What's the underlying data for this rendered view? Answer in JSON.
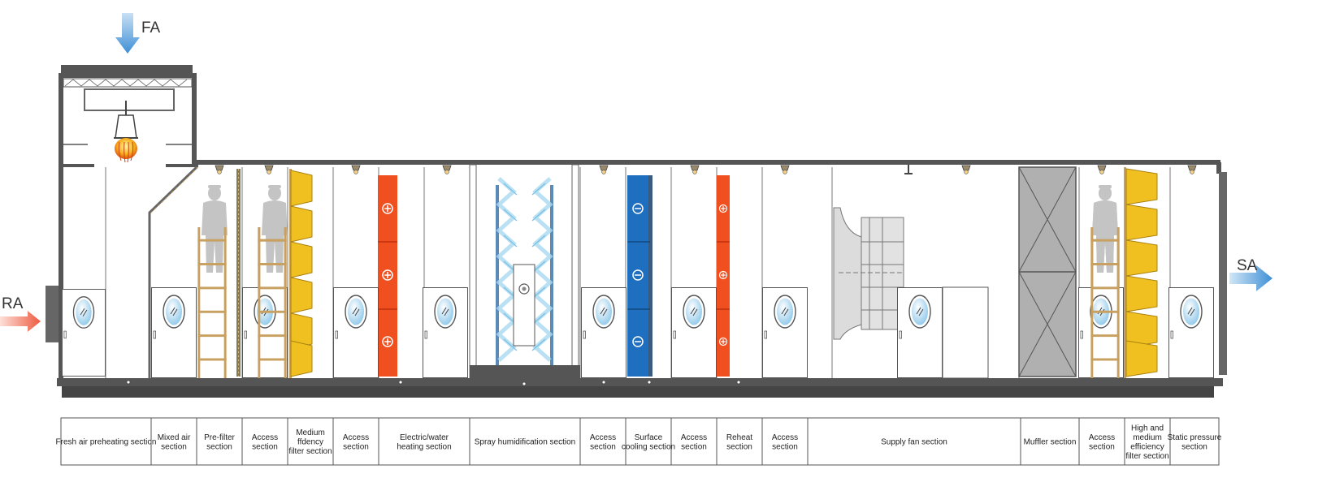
{
  "airflow": {
    "fa": {
      "label": "FA",
      "color": "#5aa0dc"
    },
    "ra": {
      "label": "RA",
      "color": "#f0705a"
    },
    "sa": {
      "label": "SA",
      "color": "#5aa0dc"
    }
  },
  "colors": {
    "casing": "#555555",
    "base": "#444444",
    "filter": "#f0c020",
    "heating_coil": "#f05020",
    "cooling_coil": "#1e6fc0",
    "muffler": "#b0b0b0",
    "ladder": "#c8a060",
    "person": "#c4c4c4",
    "spray": "#a8d8f0",
    "fan": "#dcdcdc"
  },
  "sections": [
    {
      "id": "fresh-air-preheating",
      "lines": [
        "Fresh air preheating section"
      ]
    },
    {
      "id": "mixed-air",
      "lines": [
        "Mixed air",
        "section"
      ]
    },
    {
      "id": "pre-filter",
      "lines": [
        "Pre-filter",
        "section"
      ]
    },
    {
      "id": "access-1",
      "lines": [
        "Access",
        "section"
      ]
    },
    {
      "id": "medium-efficiency-filter",
      "lines": [
        "Medium",
        "ffdency",
        "filter section"
      ]
    },
    {
      "id": "access-2",
      "lines": [
        "Access",
        "section"
      ]
    },
    {
      "id": "electric-water-heating",
      "lines": [
        "Electric/water",
        "heating section"
      ]
    },
    {
      "id": "spray-humidification",
      "lines": [
        "Spray humidification section"
      ]
    },
    {
      "id": "access-3",
      "lines": [
        "Access",
        "section"
      ]
    },
    {
      "id": "surface-cooling",
      "lines": [
        "Surface",
        "cooling section"
      ]
    },
    {
      "id": "access-4",
      "lines": [
        "Access",
        "section"
      ]
    },
    {
      "id": "reheat",
      "lines": [
        "Reheat",
        "section"
      ]
    },
    {
      "id": "access-5",
      "lines": [
        "Access",
        "section"
      ]
    },
    {
      "id": "supply-fan",
      "lines": [
        "Supply fan section"
      ]
    },
    {
      "id": "muffler",
      "lines": [
        "Muffler section"
      ]
    },
    {
      "id": "access-6",
      "lines": [
        "Access",
        "section"
      ]
    },
    {
      "id": "high-medium-efficiency-filter",
      "lines": [
        "High and",
        "medium",
        "efficiency",
        "filter section"
      ]
    },
    {
      "id": "static-pressure",
      "lines": [
        "Static pressure",
        "section"
      ]
    }
  ]
}
